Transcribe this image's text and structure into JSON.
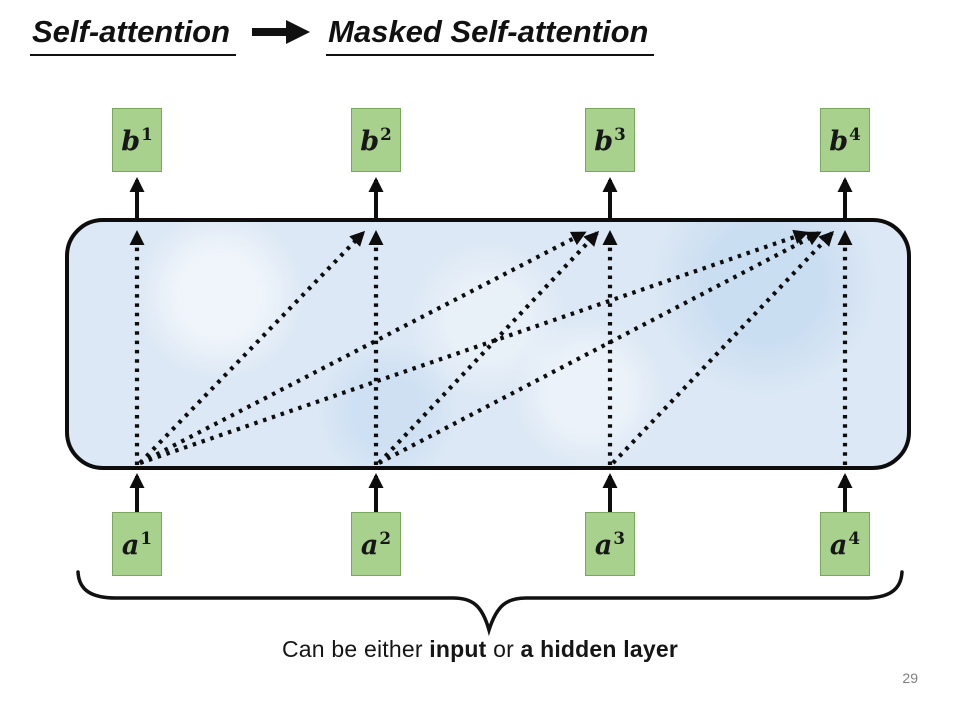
{
  "title": {
    "left": "Self-attention",
    "right": "Masked Self-attention",
    "arrow_icon": "black-right-arrow"
  },
  "nodes": {
    "outputs": [
      {
        "base": "b",
        "sup": "1"
      },
      {
        "base": "b",
        "sup": "2"
      },
      {
        "base": "b",
        "sup": "3"
      },
      {
        "base": "b",
        "sup": "4"
      }
    ],
    "inputs": [
      {
        "base": "a",
        "sup": "1"
      },
      {
        "base": "a",
        "sup": "2"
      },
      {
        "base": "a",
        "sup": "3"
      },
      {
        "base": "a",
        "sup": "4"
      }
    ]
  },
  "diagram": {
    "type": "masked-self-attention",
    "connections": [
      {
        "from": 1,
        "to": 1
      },
      {
        "from": 1,
        "to": 2
      },
      {
        "from": 1,
        "to": 3
      },
      {
        "from": 1,
        "to": 4
      },
      {
        "from": 2,
        "to": 2
      },
      {
        "from": 2,
        "to": 3
      },
      {
        "from": 2,
        "to": 4
      },
      {
        "from": 3,
        "to": 3
      },
      {
        "from": 3,
        "to": 4
      },
      {
        "from": 4,
        "to": 4
      }
    ]
  },
  "caption": {
    "parts": [
      {
        "text": "Can be either ",
        "bold": false
      },
      {
        "text": "input",
        "bold": true
      },
      {
        "text": " or ",
        "bold": false
      },
      {
        "text": "a hidden layer",
        "bold": true
      }
    ]
  },
  "page_number": "29",
  "colors": {
    "box_fill": "#a9d18e",
    "box_border": "#7ba65d",
    "panel_fill": "#dce8f5",
    "panel_border": "#0d0d0d",
    "arrow": "#0d0d0d",
    "page_number": "#808080"
  }
}
